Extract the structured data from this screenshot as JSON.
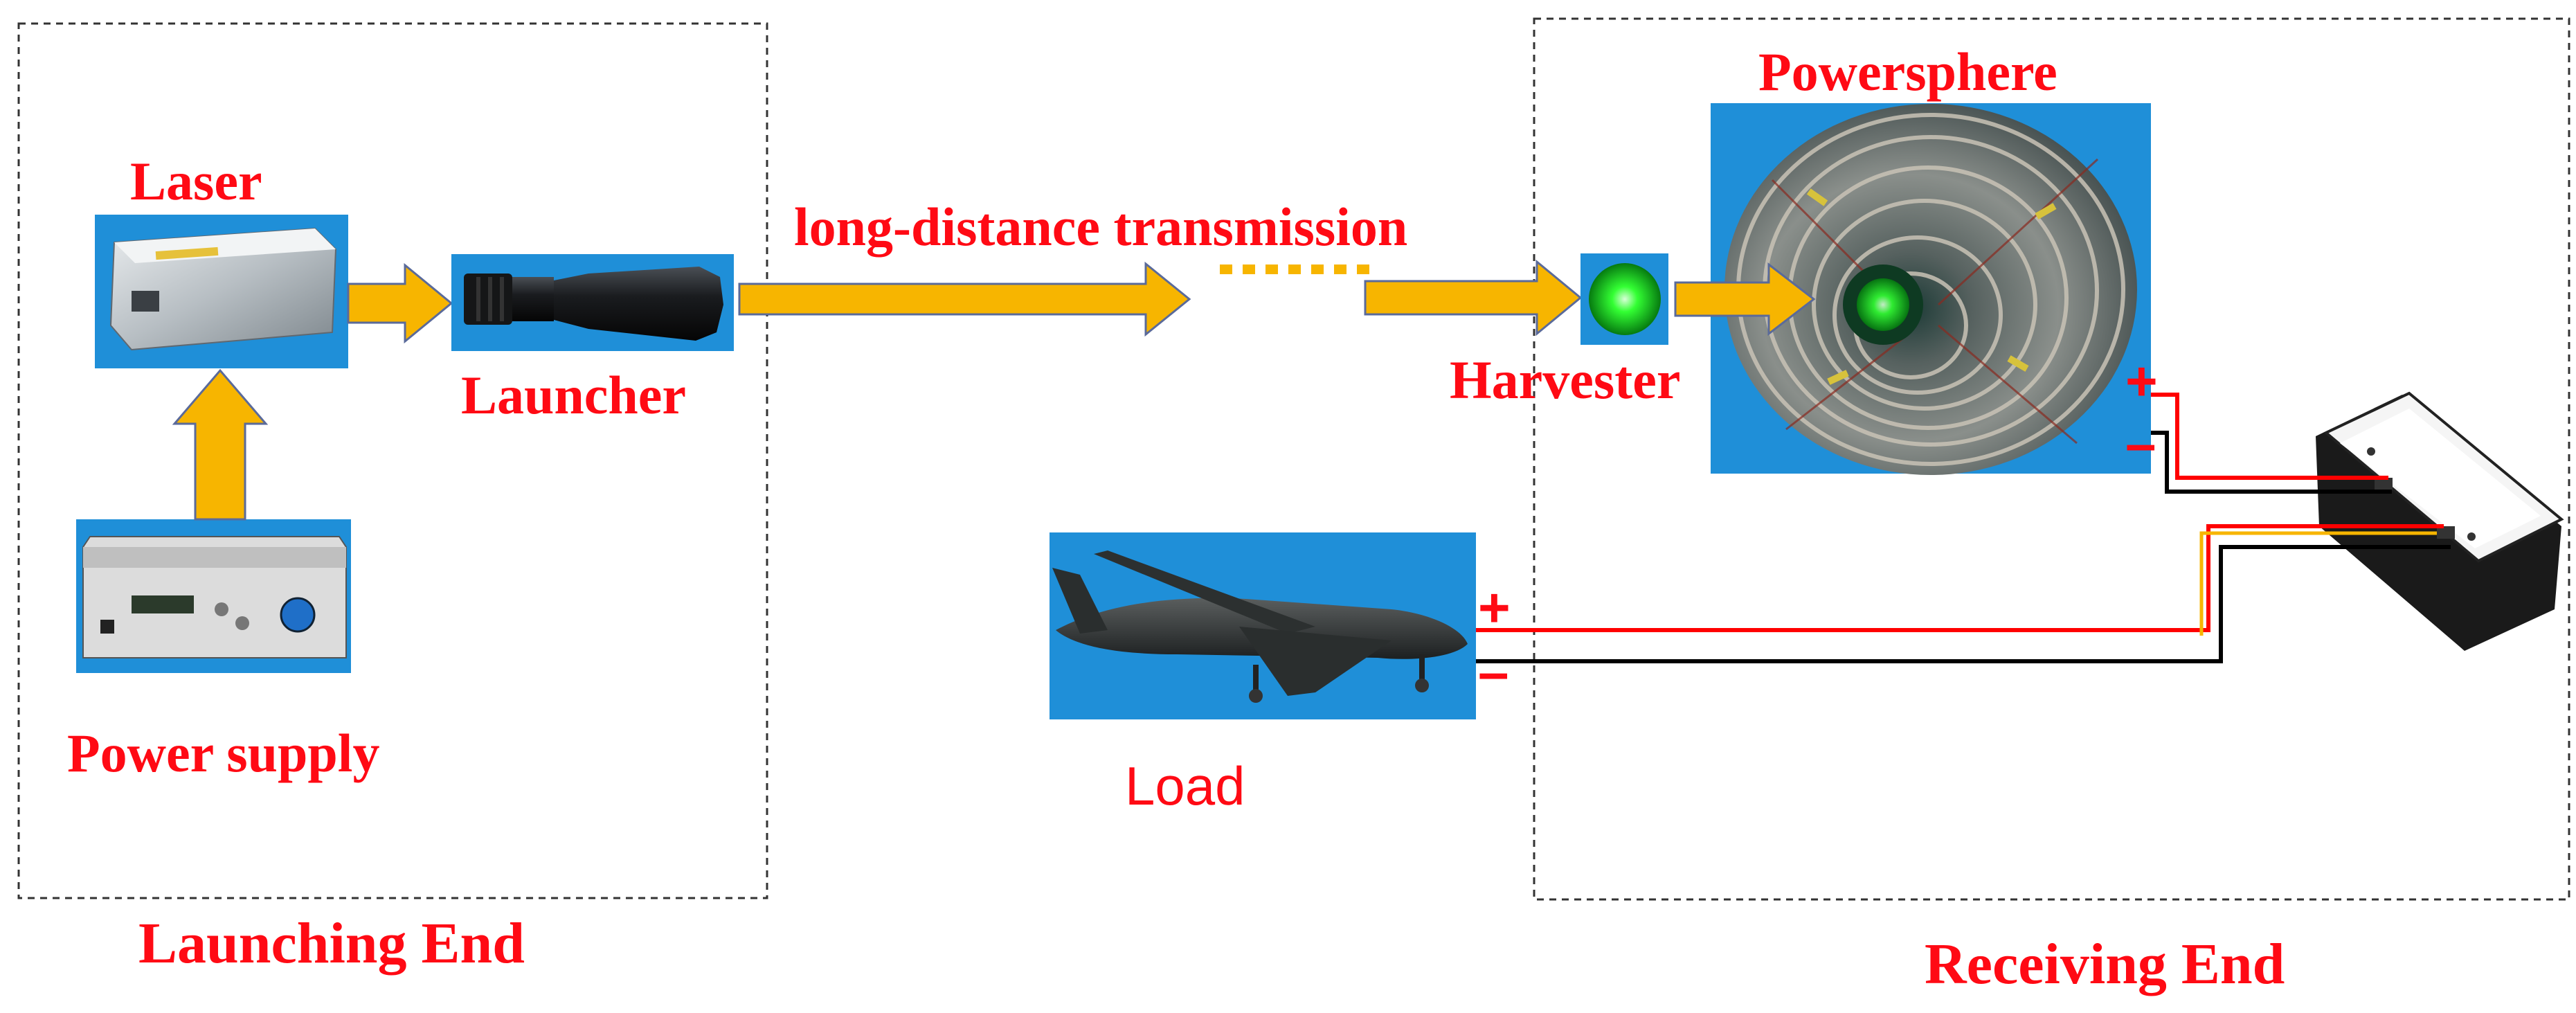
{
  "labels": {
    "laser": "Laser",
    "launcher": "Launcher",
    "power_supply": "Power supply",
    "long_distance": "long-distance transmission",
    "powersphere": "Powersphere",
    "harvester": "Harvester",
    "load": "Load",
    "launching_end": "Launching End",
    "receiving_end": "Receiving End"
  },
  "polarity": {
    "sphere_plus": "+",
    "sphere_minus": "–",
    "load_plus": "+",
    "load_minus": "–"
  },
  "colors": {
    "arrow_fill": "#f7b500",
    "arrow_stroke": "#5a6a9a",
    "label_red": "#ff0a14",
    "photo_blue": "#1f8fd8",
    "wire_red": "#ff0000",
    "wire_black": "#000000"
  }
}
